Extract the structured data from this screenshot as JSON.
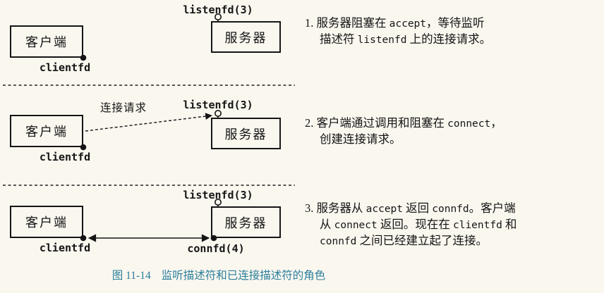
{
  "page": {
    "background": "#faf7ef",
    "ink": "#151515",
    "caption_color": "#2a7e9b"
  },
  "diagram": {
    "panels": [
      {
        "client_label": "客户端",
        "server_label": "服务器",
        "listenfd_label": "listenfd(3)",
        "clientfd_label": "clientfd"
      },
      {
        "client_label": "客户端",
        "server_label": "服务器",
        "listenfd_label": "listenfd(3)",
        "clientfd_label": "clientfd",
        "request_label": "连接请求"
      },
      {
        "client_label": "客户端",
        "server_label": "服务器",
        "listenfd_label": "listenfd(3)",
        "clientfd_label": "clientfd",
        "connfd_label": "connfd(4)"
      }
    ]
  },
  "notes": [
    {
      "lines": [
        [
          {
            "text": "1. 服务器阻塞在 ",
            "code": false
          },
          {
            "text": "accept",
            "code": true
          },
          {
            "text": "，等待监听",
            "code": false
          }
        ],
        [
          {
            "text": "描述符 ",
            "code": false
          },
          {
            "text": "listenfd",
            "code": true
          },
          {
            "text": " 上的连接请求。",
            "code": false
          }
        ]
      ]
    },
    {
      "lines": [
        [
          {
            "text": "2. 客户端通过调用和阻塞在 ",
            "code": false
          },
          {
            "text": "connect",
            "code": true
          },
          {
            "text": "，",
            "code": false
          }
        ],
        [
          {
            "text": "创建连接请求。",
            "code": false
          }
        ]
      ]
    },
    {
      "lines": [
        [
          {
            "text": "3. 服务器从 ",
            "code": false
          },
          {
            "text": "accept",
            "code": true
          },
          {
            "text": " 返回 ",
            "code": false
          },
          {
            "text": "connfd",
            "code": true
          },
          {
            "text": "。客户端",
            "code": false
          }
        ],
        [
          {
            "text": "从 ",
            "code": false
          },
          {
            "text": "connect",
            "code": true
          },
          {
            "text": " 返回。现在在 ",
            "code": false
          },
          {
            "text": "clientfd",
            "code": true
          },
          {
            "text": " 和",
            "code": false
          }
        ],
        [
          {
            "text": "connfd",
            "code": true
          },
          {
            "text": " 之间已经建立起了连接。",
            "code": false
          }
        ]
      ]
    }
  ],
  "caption": {
    "figure_label": "图 11-14",
    "title": "监听描述符和已连接描述符的角色"
  }
}
